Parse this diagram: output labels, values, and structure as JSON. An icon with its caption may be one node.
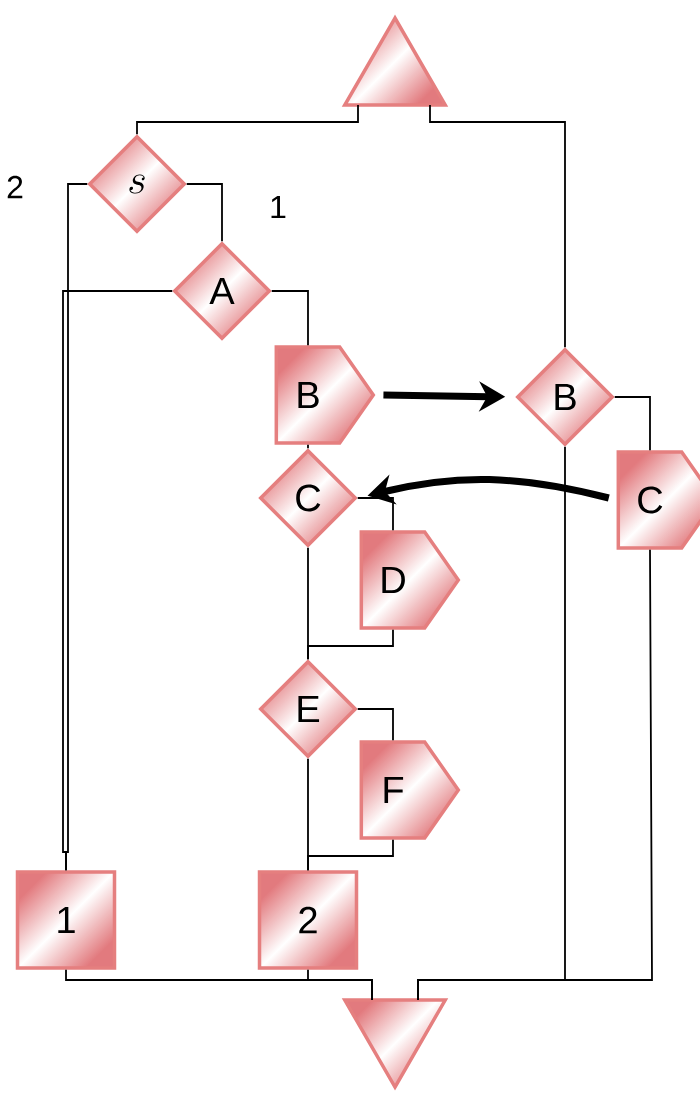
{
  "diagram": {
    "nodes": [
      {
        "text": [],
        "shape": "triangle"
      },
      {
        "text": [
          "s"
        ]
      },
      {
        "text": [
          "A"
        ]
      },
      {
        "text": [
          "B"
        ]
      },
      {
        "text": [
          "B"
        ]
      },
      {
        "text": [
          "C"
        ]
      },
      {
        "text": [
          "D"
        ]
      },
      {
        "text": [
          "C"
        ]
      },
      {
        "text": [
          "E"
        ]
      },
      {
        "text": [
          "F"
        ]
      },
      {
        "text": [
          "1"
        ]
      },
      {
        "text": [
          "2"
        ]
      },
      {
        "text": [],
        "shape": "triangle"
      }
    ],
    "edges": [
      {
        "from": 0,
        "to": 1,
        "arrow": "none"
      },
      {
        "from": 0,
        "to": 4,
        "arrow": "none"
      },
      {
        "from": 1,
        "to": 10,
        "arrow": "none"
      },
      {
        "from": 1,
        "to": 2,
        "arrow": "none"
      },
      {
        "from": 2,
        "to": 10,
        "arrow": "none"
      },
      {
        "from": 2,
        "to": 3,
        "arrow": "none"
      },
      {
        "from": 3,
        "to": 5,
        "arrow": "none"
      },
      {
        "from": 3,
        "to": 4,
        "arrow": "to",
        "style": "thick"
      },
      {
        "from": 4,
        "to": 7,
        "arrow": "none"
      },
      {
        "from": 7,
        "to": 5,
        "arrow": "to",
        "style": "thick"
      },
      {
        "from": 5,
        "to": 6,
        "arrow": "none"
      },
      {
        "from": 5,
        "to": 8,
        "arrow": "none"
      },
      {
        "from": 6,
        "to": 8,
        "arrow": "none"
      },
      {
        "from": 8,
        "to": 9,
        "arrow": "none"
      },
      {
        "from": 8,
        "to": 11,
        "arrow": "none"
      },
      {
        "from": 9,
        "to": 11,
        "arrow": "none"
      },
      {
        "from": 4,
        "to": 12,
        "arrow": "none"
      },
      {
        "from": 7,
        "to": 12,
        "arrow": "none"
      },
      {
        "from": 10,
        "to": 12,
        "arrow": "none"
      },
      {
        "from": 11,
        "to": 12,
        "arrow": "none"
      }
    ],
    "labels": [
      "2",
      "1"
    ]
  }
}
